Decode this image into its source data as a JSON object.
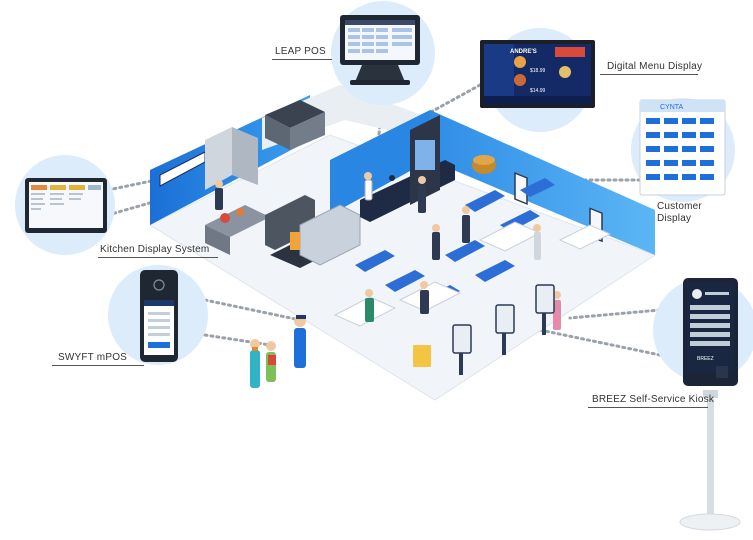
{
  "labels": {
    "leap_pos": "LEAP POS",
    "digital_menu": "Digital Menu Display",
    "customer_display_1": "Customer",
    "customer_display_2": "Display",
    "kitchen_display": "Kitchen Display System",
    "swyft_mpos": "SWYFT mPOS",
    "breez_kiosk": "BREEZ Self-Service Kiosk"
  },
  "menu_screen": {
    "title": "ANDRE'S",
    "price_1": "$18.99",
    "price_2": "$14.99"
  },
  "customer_screen": {
    "brand": "CYNTA"
  },
  "kiosk_screen": {
    "brand": "BREEZ"
  },
  "colors": {
    "accent_blue": "#1e6fd9",
    "circle_fill": "#dcecfb",
    "dotted_line": "#9aa1a9",
    "floor": "#eef3f8",
    "wall_blue": "#1d7fe0"
  }
}
